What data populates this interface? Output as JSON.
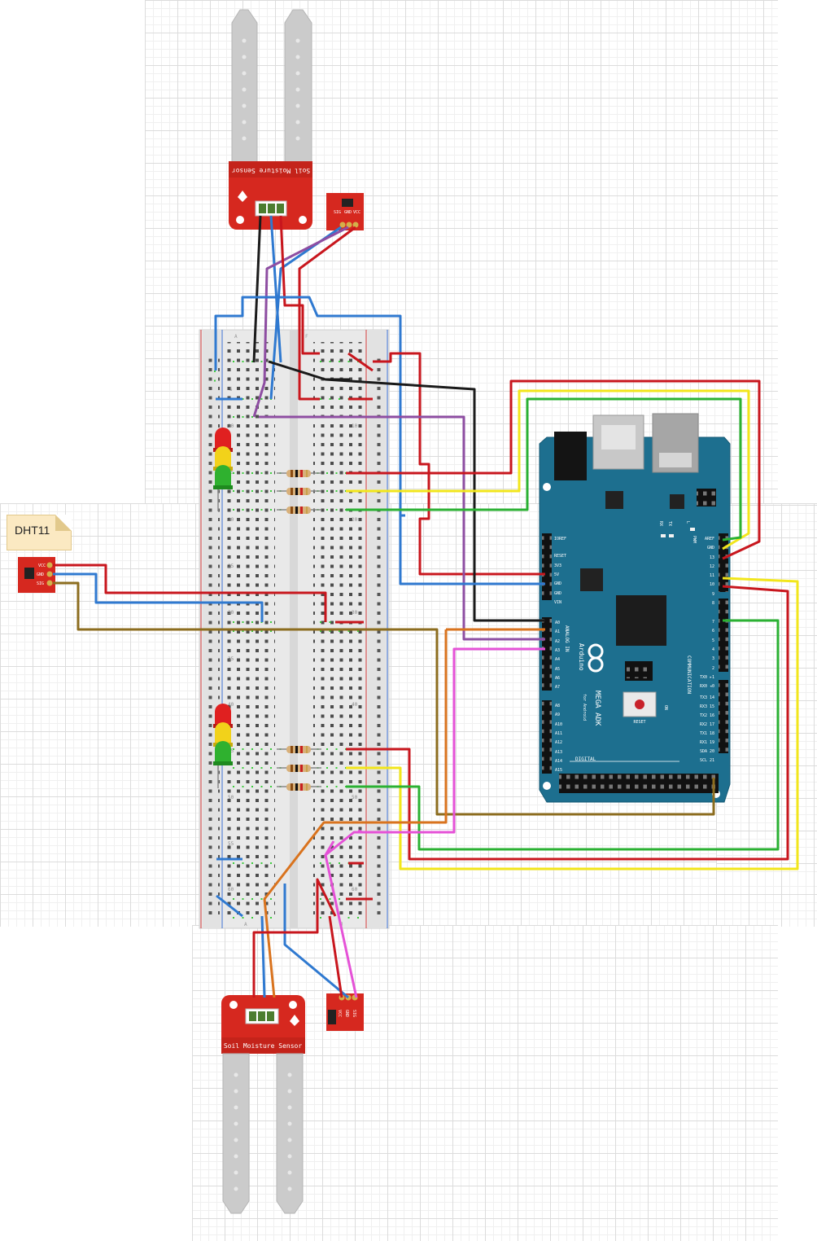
{
  "note": {
    "text": "DHT11"
  },
  "moisture_sensor_top": {
    "label": "Soil Moisture Sensor"
  },
  "moisture_sensor_bottom": {
    "label": "Soil Moisture Sensor"
  },
  "temp_module_top": {
    "pins": [
      "SIG",
      "GND",
      "VCC"
    ]
  },
  "temp_module_bottom": {
    "pins": [
      "VCC",
      "GND",
      "SIG"
    ]
  },
  "dht_module": {
    "pins": [
      "VCC",
      "GND",
      "SIG"
    ]
  },
  "arduino": {
    "brand": "Arduino",
    "model": "MEGA ADK",
    "subtitle": "for Android",
    "power_pins": [
      "IOREF",
      "RESET",
      "3V3",
      "5V",
      "GND",
      "GND",
      "VIN"
    ],
    "analog_label": "ANALOG IN",
    "analog_pins": [
      "A0",
      "A1",
      "A2",
      "A3",
      "A4",
      "A5",
      "A6",
      "A7",
      "",
      "A8",
      "A9",
      "A10",
      "A11",
      "A12",
      "A13",
      "A14",
      "A15"
    ],
    "pwm_pins": [
      "AREF",
      "GND",
      "13",
      "12",
      "11",
      "10",
      "9",
      "8",
      "",
      "7",
      "6",
      "5",
      "4",
      "3",
      "2",
      "TX0 ▸1",
      "RX0 ◂0"
    ],
    "comm_label": "COMMUNICATION",
    "comm_pins": [
      "TX3 14",
      "RX3 15",
      "TX2 16",
      "RX2 17",
      "TX1 18",
      "RX1 19",
      "SDA 20",
      "SCL 21"
    ],
    "pwm_label": "PWM",
    "digital_label": "DIGITAL",
    "reset_label": "RESET",
    "on_label": "ON",
    "l_label": "L",
    "tx_label": "TX",
    "rx_label": "RX"
  },
  "breadboard": {
    "row_numbers": [
      "1",
      "5",
      "10",
      "15",
      "20",
      "25",
      "30",
      "35",
      "40",
      "45",
      "50",
      "55",
      "60"
    ],
    "col_letters_left": [
      "A",
      "B",
      "C",
      "D",
      "E"
    ],
    "col_letters_right": [
      "F",
      "G",
      "H",
      "I",
      "J"
    ]
  },
  "colors": {
    "wire_red": "#c8161d",
    "wire_blue": "#2f79d0",
    "wire_black": "#1a1a1a",
    "wire_purple": "#8e4ea2",
    "wire_yellow": "#f2e61b",
    "wire_green": "#2bb133",
    "wire_orange": "#d9731e",
    "wire_brown": "#8c6d1f",
    "wire_magenta": "#e552d7",
    "board_teal": "#1d6f8f",
    "sensor_red": "#d6281f"
  }
}
